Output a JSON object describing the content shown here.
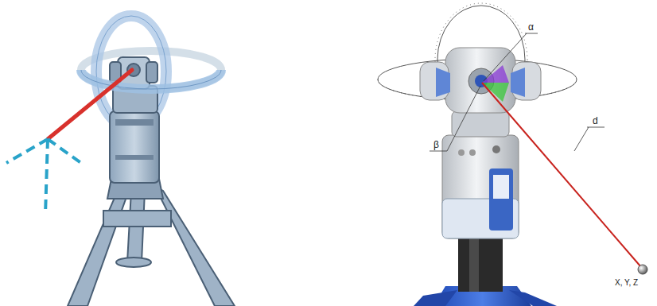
{
  "diagram": {
    "labels": [
      "α",
      "β",
      "d",
      "X, Y, Z"
    ]
  }
}
